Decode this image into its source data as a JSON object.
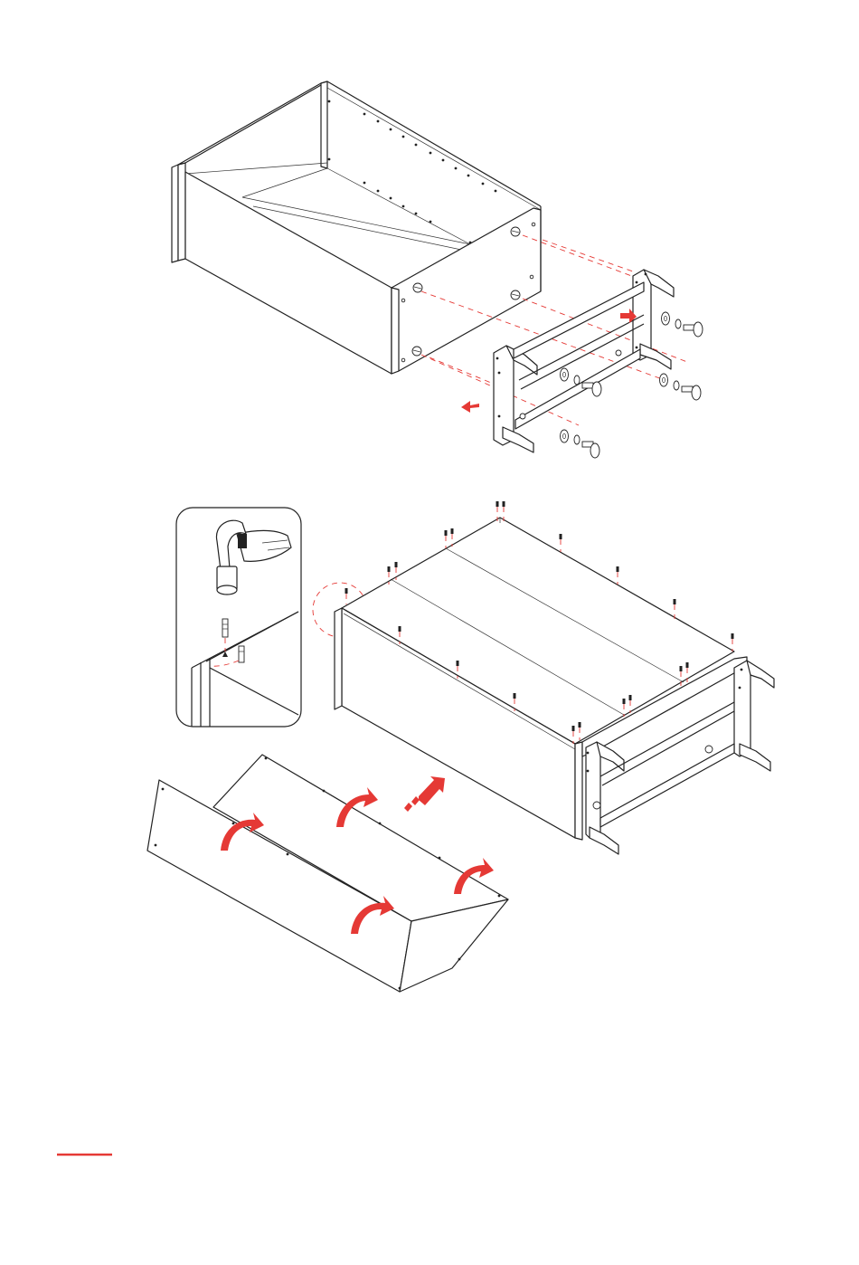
{
  "page": {
    "background": "#ffffff",
    "accent_color": "#e53935",
    "line_color": "#222222"
  },
  "step_top": {
    "items": [
      "cabinet-box",
      "base-frame",
      "bolt-set",
      "push-arrows"
    ]
  },
  "step_middle": {
    "items": [
      "hammer-detail-inset",
      "nail-set",
      "back-panel"
    ]
  },
  "footer": {
    "marker": "red-underline-mark"
  }
}
